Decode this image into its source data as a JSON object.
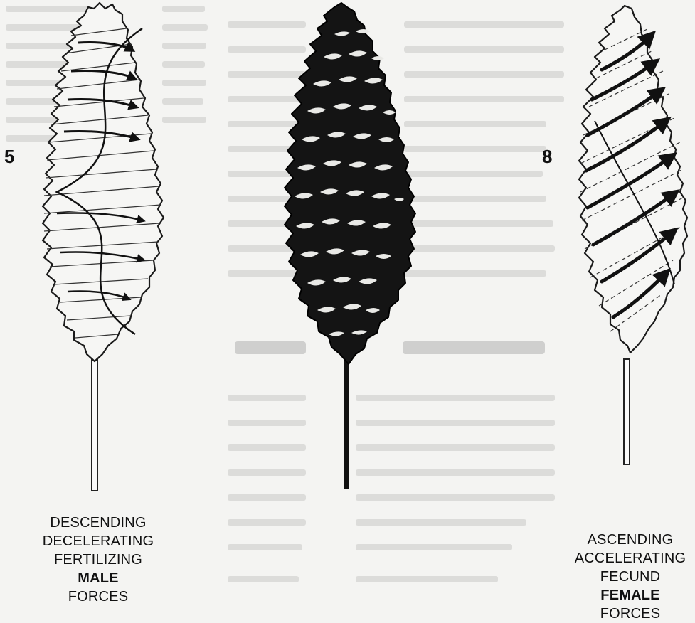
{
  "figure": {
    "left": {
      "number": "5",
      "labels": [
        "DESCENDING",
        "DECELERATING",
        "FERTILIZING",
        "MALE",
        "FORCES"
      ]
    },
    "right": {
      "number": "8",
      "labels": [
        "ASCENDING",
        "ACCELERATING",
        "FECUND",
        "FEMALE",
        "FORCES"
      ]
    }
  }
}
